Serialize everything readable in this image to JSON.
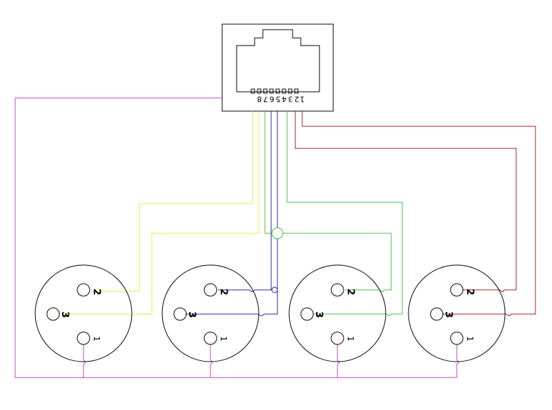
{
  "rj45": {
    "pins": [
      "1",
      "2",
      "3",
      "4",
      "5",
      "6",
      "7",
      "8"
    ]
  },
  "xlr_connectors": [
    {
      "pins": [
        {
          "label": "2"
        },
        {
          "label": "3"
        },
        {
          "label": "1"
        }
      ]
    },
    {
      "pins": [
        {
          "label": "2"
        },
        {
          "label": "3"
        },
        {
          "label": "1"
        }
      ]
    },
    {
      "pins": [
        {
          "label": "2"
        },
        {
          "label": "3"
        },
        {
          "label": "1"
        }
      ]
    },
    {
      "pins": [
        {
          "label": "2"
        },
        {
          "label": "3"
        },
        {
          "label": "1"
        }
      ]
    }
  ],
  "colors": {
    "outline": "#000000",
    "shield": "#c040c0",
    "yellow": "#e8e840",
    "blue": "#2020a0",
    "green": "#40c040",
    "red": "#a02020"
  }
}
